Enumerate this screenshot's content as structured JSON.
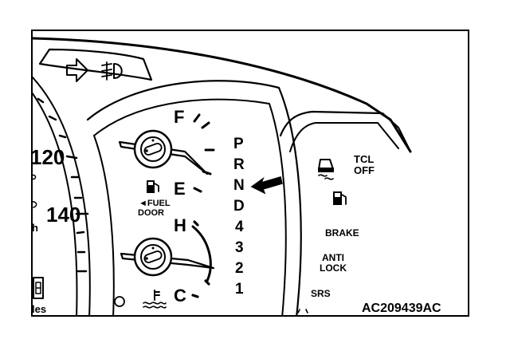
{
  "speedometer": {
    "marks": [
      "120",
      "140"
    ],
    "fragments": [
      "h",
      "les"
    ]
  },
  "top_indicators": {
    "turn_signal": "arrow-right-icon",
    "fog_light": "front-fog-light-icon"
  },
  "fuel_gauge": {
    "full_label": "F",
    "empty_label": "E",
    "fuel_door_label_1": "◄FUEL",
    "fuel_door_label_2": "DOOR"
  },
  "temp_gauge": {
    "hot_label": "H",
    "cold_label": "C"
  },
  "gear_indicator": {
    "positions": [
      "P",
      "R",
      "N",
      "D",
      "4",
      "3",
      "2",
      "1"
    ],
    "pointer_target": "N"
  },
  "warning_lamps": {
    "tcl_1": "TCL",
    "tcl_2": "OFF",
    "brake": "BRAKE",
    "anti_lock_1": "ANTI",
    "anti_lock_2": "LOCK",
    "srs": "SRS"
  },
  "figure_id": "AC209439AC"
}
